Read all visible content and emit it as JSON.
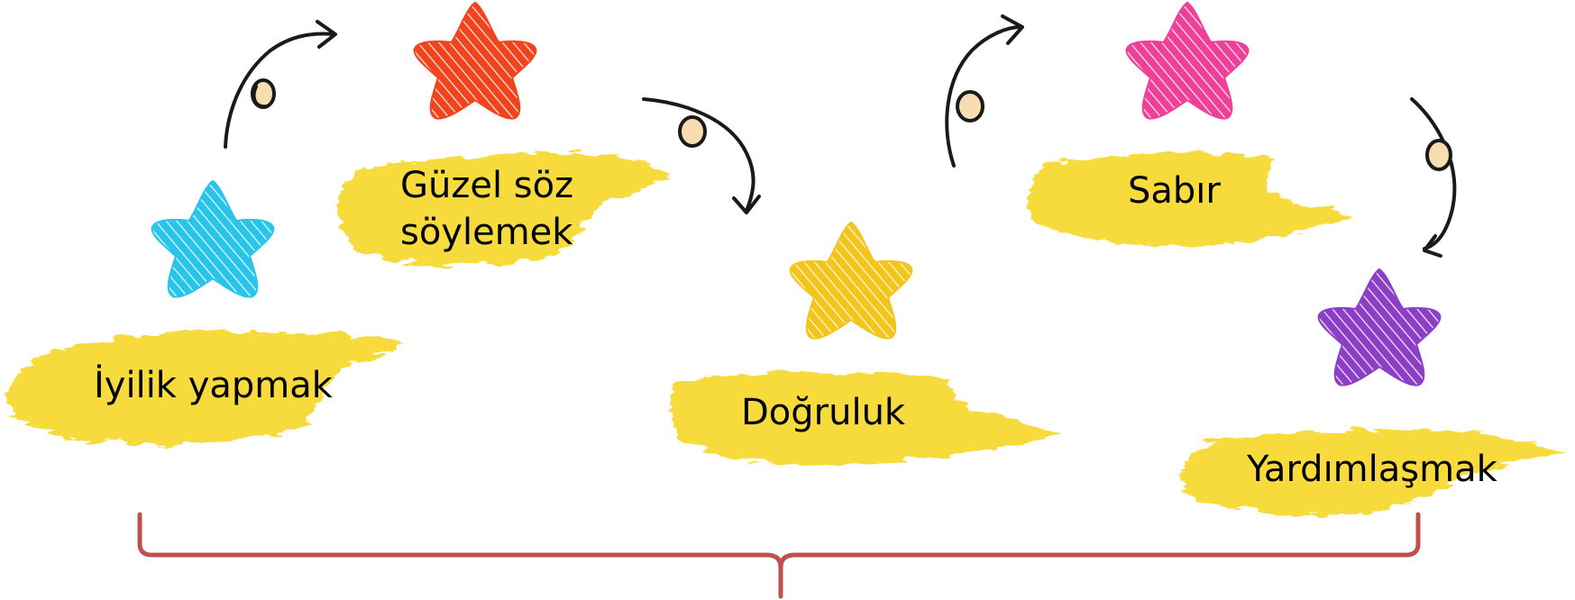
{
  "items": [
    {
      "id": "iyilik",
      "text": "İyilik yapmak",
      "star_color": "#29c4ea"
    },
    {
      "id": "guzel",
      "line1": "Güzel söz",
      "line2": "söylemek",
      "star_color": "#f2441c"
    },
    {
      "id": "dogruluk",
      "text": "Doğruluk",
      "star_color": "#f3c41a"
    },
    {
      "id": "sabir",
      "text": "Sabır",
      "star_color": "#ef3f97"
    },
    {
      "id": "yardim",
      "text": "Yardımlaşmak",
      "star_color": "#8c3fc6"
    }
  ],
  "colors": {
    "brush": "#f7d628",
    "arrow": "#1a1a1a",
    "arrow_loop_fill": "#f8dcb2",
    "brace": "#c0504d"
  }
}
